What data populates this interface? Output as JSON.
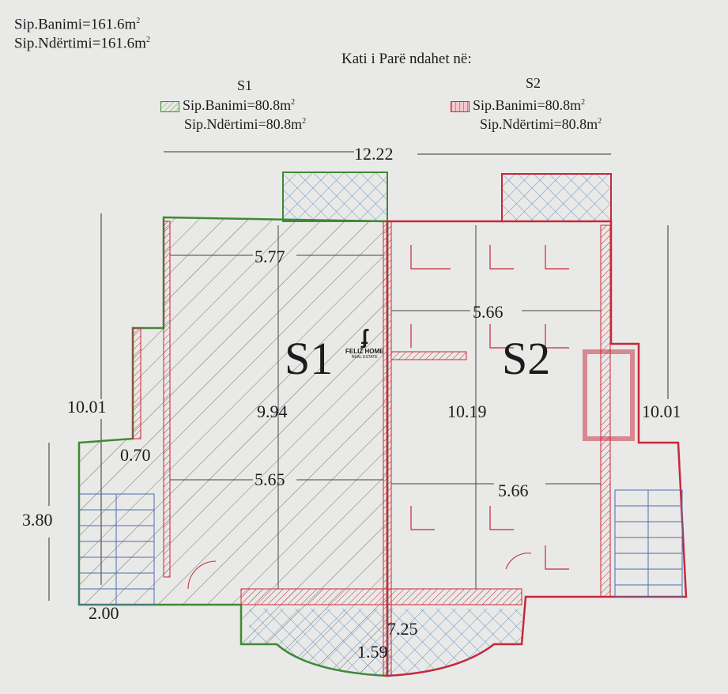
{
  "summary": {
    "total_residential": "Sip.Banimi=161.6m",
    "total_construction": "Sip.Ndërtimi=161.6m",
    "unit_sup": "2"
  },
  "division_title": "Kati i Parë ndahet në:",
  "units": [
    {
      "name": "S1",
      "residential": "Sip.Banimi=80.8m",
      "construction": "Sip.Ndërtimi=80.8m",
      "color": "#3f8a35"
    },
    {
      "name": "S2",
      "residential": "Sip.Banimi=80.8m",
      "construction": "Sip.Ndërtimi=80.8m",
      "color": "#c8283a"
    }
  ],
  "plan_labels": {
    "s1": "S1",
    "s2": "S2"
  },
  "dimensions": {
    "total_width": "12.22",
    "s1_top": "5.77",
    "s2_top": "5.66",
    "left_depth": "10.01",
    "s1_depth": "9.94",
    "s2_depth": "10.19",
    "right_depth": "10.01",
    "wall": "0.70",
    "s1_mid": "5.65",
    "s2_mid": "5.66",
    "stair_depth": "3.80",
    "stair_width": "2.00",
    "bay_width": "7.25",
    "bay_depth": "1.59"
  },
  "watermark": {
    "brand": "FELIZ HOME",
    "sub": "REAL ESTATE"
  }
}
